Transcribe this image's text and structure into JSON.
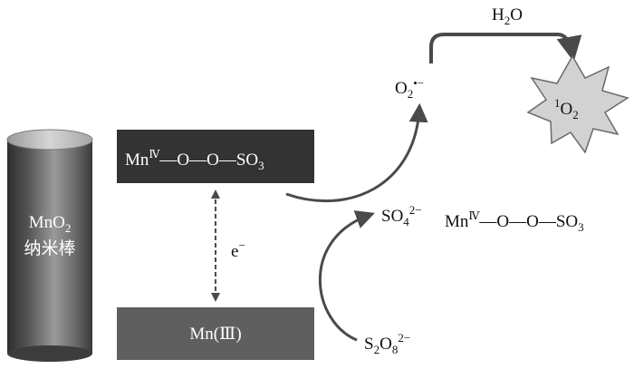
{
  "nanorod": {
    "formula_main": "MnO",
    "formula_sub": "2",
    "label": "纳米棒"
  },
  "top_complex": {
    "mn": "Mn",
    "oxidation": "Ⅳ",
    "bonds": "—O—O—SO",
    "sub": "3"
  },
  "bottom_box": {
    "label": "Mn(Ⅲ)"
  },
  "electron_label": {
    "main": "e",
    "sup": "−"
  },
  "superoxide": {
    "main": "O",
    "sub": "2",
    "sup": "•−"
  },
  "water": {
    "main": "H",
    "sub": "2",
    "tail": "O"
  },
  "singlet_oxygen": {
    "sup": "1",
    "main": "O",
    "sub": "2"
  },
  "sulfate": {
    "main": "SO",
    "sub": "4",
    "sup": "2−"
  },
  "right_complex": {
    "mn": "Mn",
    "oxidation": "Ⅳ",
    "bonds": "—O—O—SO",
    "sub": "3"
  },
  "persulfate": {
    "s": "S",
    "s_sub": "2",
    "o": "O",
    "o_sub": "8",
    "sup": "2−"
  },
  "colors": {
    "dark_box": "#333333",
    "gray_box": "#5f5f5f",
    "arrow": "#4a4a4a",
    "star_fill": "#d2d2d2",
    "box_text": "#ffffff"
  }
}
